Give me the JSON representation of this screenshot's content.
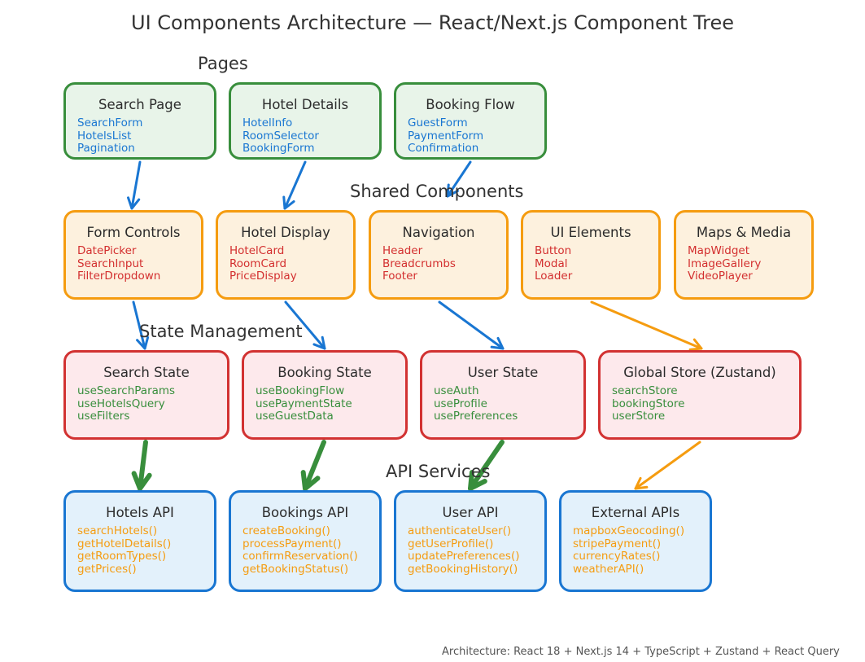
{
  "title": "UI Components Architecture — React/Next.js Component Tree",
  "sections": {
    "pages": "Pages",
    "shared": "Shared Components",
    "state": "State Management",
    "api": "API Services"
  },
  "pages": [
    {
      "title": "Search Page",
      "items": [
        "SearchForm",
        "HotelsList",
        "Pagination"
      ]
    },
    {
      "title": "Hotel Details",
      "items": [
        "HotelInfo",
        "RoomSelector",
        "BookingForm"
      ]
    },
    {
      "title": "Booking Flow",
      "items": [
        "GuestForm",
        "PaymentForm",
        "Confirmation"
      ]
    }
  ],
  "shared": [
    {
      "title": "Form Controls",
      "items": [
        "DatePicker",
        "SearchInput",
        "FilterDropdown"
      ]
    },
    {
      "title": "Hotel Display",
      "items": [
        "HotelCard",
        "RoomCard",
        "PriceDisplay"
      ]
    },
    {
      "title": "Navigation",
      "items": [
        "Header",
        "Breadcrumbs",
        "Footer"
      ]
    },
    {
      "title": "UI Elements",
      "items": [
        "Button",
        "Modal",
        "Loader"
      ]
    },
    {
      "title": "Maps & Media",
      "items": [
        "MapWidget",
        "ImageGallery",
        "VideoPlayer"
      ]
    }
  ],
  "state": [
    {
      "title": "Search State",
      "items": [
        "useSearchParams",
        "useHotelsQuery",
        "useFilters"
      ]
    },
    {
      "title": "Booking State",
      "items": [
        "useBookingFlow",
        "usePaymentState",
        "useGuestData"
      ]
    },
    {
      "title": "User State",
      "items": [
        "useAuth",
        "useProfile",
        "usePreferences"
      ]
    },
    {
      "title": "Global Store (Zustand)",
      "items": [
        "searchStore",
        "bookingStore",
        "userStore"
      ]
    }
  ],
  "api": [
    {
      "title": "Hotels API",
      "items": [
        "searchHotels()",
        "getHotelDetails()",
        "getRoomTypes()",
        "getPrices()"
      ]
    },
    {
      "title": "Bookings API",
      "items": [
        "createBooking()",
        "processPayment()",
        "confirmReservation()",
        "getBookingStatus()"
      ]
    },
    {
      "title": "User API",
      "items": [
        "authenticateUser()",
        "getUserProfile()",
        "updatePreferences()",
        "getBookingHistory()"
      ]
    },
    {
      "title": "External APIs",
      "items": [
        "mapboxGeocoding()",
        "stripePayment()",
        "currencyRates()",
        "weatherAPI()"
      ]
    }
  ],
  "colors": {
    "blue": "#1976d2",
    "orange": "#f59c10",
    "green": "#388e3c"
  },
  "footer": "Architecture: React 18 + Next.js 14 + TypeScript + Zustand + React Query"
}
